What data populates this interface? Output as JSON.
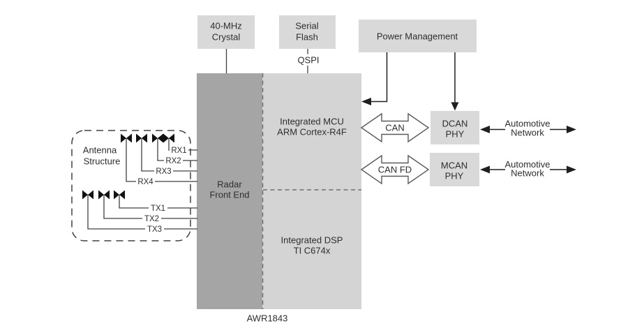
{
  "diagram_title": "AWR1843",
  "colors": {
    "box_fill": "#d9d9d9",
    "block_dark": "#a5a5a5",
    "block_light": "#d4d4d4",
    "line": "#404040",
    "divider": "#6e6e6e",
    "text": "#2e2e2e",
    "bus_arrow_fill": "#ffffff",
    "bus_arrow_stroke": "#5a5a5a",
    "antenna_fill": "#121212"
  },
  "blocks": {
    "crystal": {
      "line1": "40-MHz",
      "line2": "Crystal"
    },
    "serial_flash": {
      "line1": "Serial",
      "line2": "Flash"
    },
    "power_management": {
      "label": "Power Management"
    },
    "radar_front_end": {
      "line1": "Radar",
      "line2": "Front End"
    },
    "mcu": {
      "line1": "Integrated MCU",
      "line2": "ARM Cortex-R4F"
    },
    "dsp": {
      "line1": "Integrated DSP",
      "line2": "TI C674x"
    },
    "dcan_phy": {
      "line1": "DCAN",
      "line2": "PHY"
    },
    "mcan_phy": {
      "line1": "MCAN",
      "line2": "PHY"
    }
  },
  "buses": {
    "qspi": "QSPI",
    "can": "CAN",
    "can_fd": "CAN FD"
  },
  "antenna": {
    "line1": "Antenna",
    "line2": "Structure",
    "rx": [
      "RX1",
      "RX2",
      "RX3",
      "RX4"
    ],
    "tx": [
      "TX1",
      "TX2",
      "TX3"
    ]
  },
  "network": {
    "line1": "Automotive",
    "line2": "Network"
  }
}
